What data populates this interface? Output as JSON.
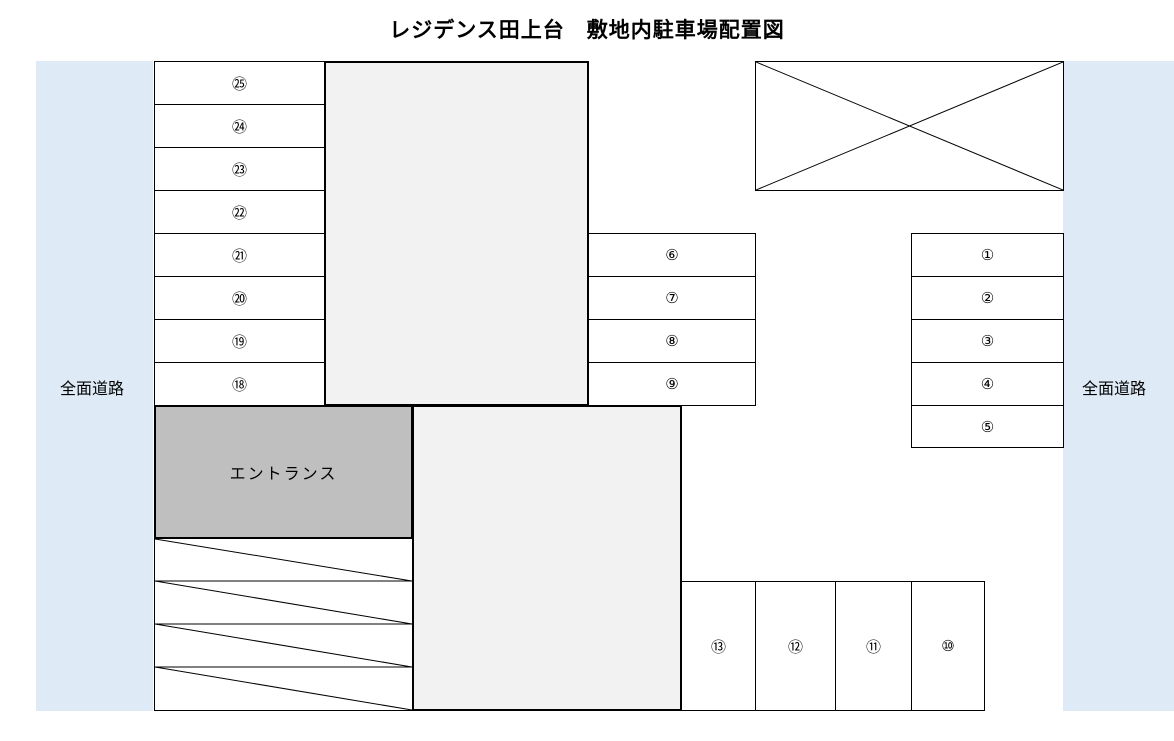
{
  "title": "レジデンス田上台　敷地内駐車場配置図",
  "road_left_label": "全面道路",
  "road_right_label": "全面道路",
  "entrance_label": "エントランス",
  "slots_left": [
    "㉕",
    "㉔",
    "㉓",
    "㉒",
    "㉑",
    "⑳",
    "⑲",
    "⑱"
  ],
  "slots_middle": [
    "⑥",
    "⑦",
    "⑧",
    "⑨"
  ],
  "slots_right": [
    "①",
    "②",
    "③",
    "④",
    "⑤"
  ],
  "slots_bottom": [
    "⑬",
    "⑫",
    "⑪",
    "⑩"
  ],
  "colors": {
    "road": "#deebf7",
    "building": "#f2f2f2",
    "entrance": "#bfbfbf"
  }
}
